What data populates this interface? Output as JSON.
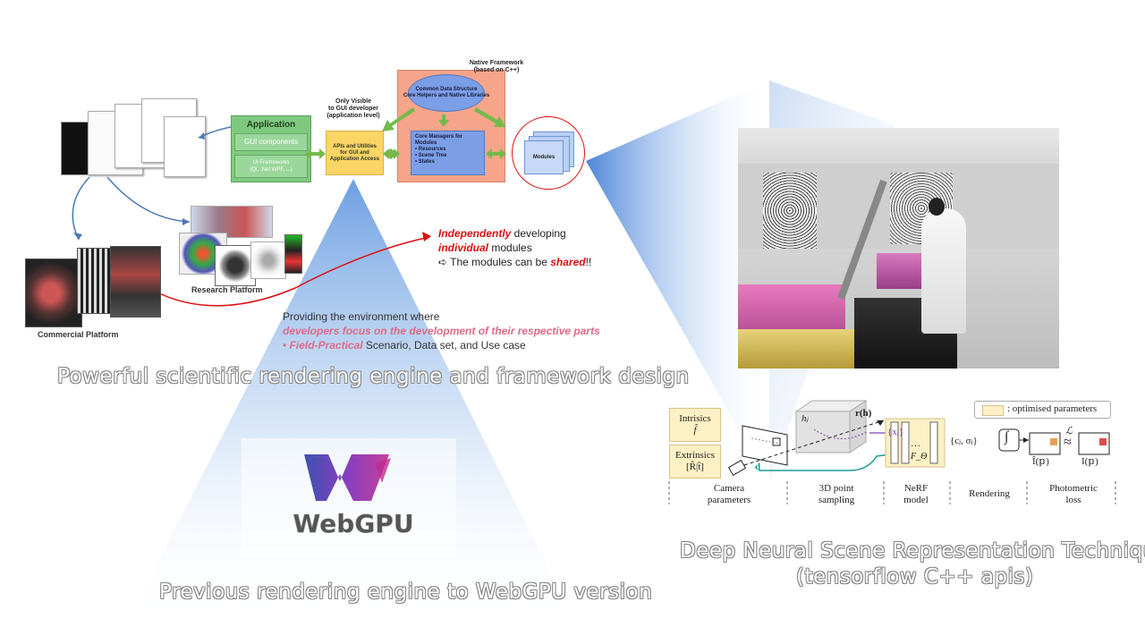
{
  "left_diagram": {
    "native_framework": "Native Framework\n(based on C++)",
    "common_data": "Common Data Structure\nCore Helpers and Native Libraries",
    "core_managers": {
      "title": "Core Managers for\nModules",
      "items": [
        "Resources",
        "Scene Tree",
        "States"
      ]
    },
    "modules": "Modules",
    "only_visible": "Only Visible\nto GUI developer\n(application level)",
    "apis": "APIs and Utilities\nfor GUI and\nApplication Access",
    "application": {
      "title": "Application",
      "gui_components": "GUI components",
      "ui_frameworks": "UI Frameworks\n(Qt, .Net WPF, ...)"
    },
    "research_platform": "Research Platform",
    "commercial_platform": "Commercial Platform",
    "colors": {
      "application": "#7fc97f",
      "apis": "#fbd566",
      "native": "#f7a58a",
      "core": "#7a9ee8",
      "arrow_green": "#74b94a",
      "red": "#dd1111"
    }
  },
  "annotations": {
    "independent_1": "Independently",
    "independent_2": " developing",
    "individual_1": "individual",
    "individual_2": " modules",
    "shared_prefix": "➪ The modules can be ",
    "shared_word": "shared",
    "shared_suffix": "!!",
    "env_line": "Providing the environment where",
    "focus_line": "developers focus on the development of their respective parts",
    "field_bullet": "• ",
    "field_practical": "Field-Practical",
    "field_rest": " Scenario, Data set, and Use case"
  },
  "captions": {
    "left": "Powerful scientific rendering engine and framework design",
    "bottom": "Previous rendering engine to WebGPU version",
    "right_1": "Deep Neural Scene Representation Technique",
    "right_2": "(tensorflow C++ apis)"
  },
  "webgpu_logo": "WebGPU",
  "nerf": {
    "intrinsics": "Intrisics",
    "intrinsics_sym": "f̂",
    "extrinsics": "Extrinsics",
    "extrinsics_sym": "[R̂|t̂]",
    "legend": ": optimised parameters",
    "hj": "hⱼ",
    "rh": "r(h)",
    "xj": "{xⱼ}",
    "d": "d",
    "ftheta": "F_Θ",
    "dots": "…",
    "outputs": "{cⱼ, σⱼ}",
    "integral": "∫",
    "ihat": "Î(𝕡)",
    "approx": "≈",
    "loss_sym": "ℒ",
    "i_p": "I(𝕡)",
    "stages": [
      "Camera\nparameters",
      "3D point\nsampling",
      "NeRF\nmodel",
      "Rendering",
      "Photometric\nloss"
    ],
    "colors": {
      "param_fill": "#fdf0c4",
      "param_border": "#d9c28a",
      "purple": "#7a46b8",
      "teal": "#1a9b8e"
    }
  }
}
